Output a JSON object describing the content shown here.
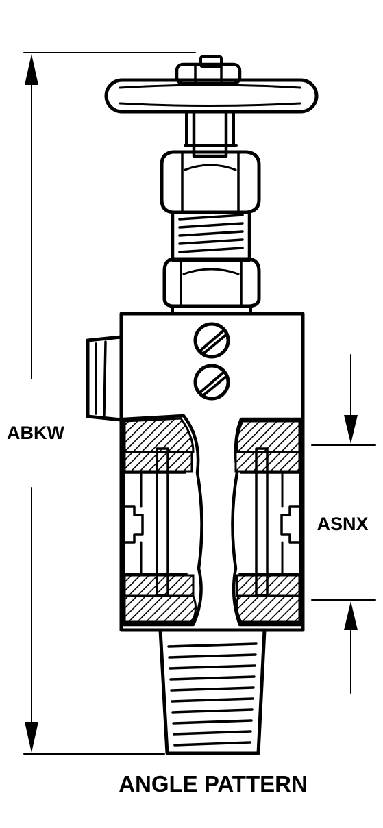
{
  "labels": {
    "overall_height": "ABKW",
    "section_height": "ASNX",
    "caption": "ANGLE PATTERN"
  },
  "colors": {
    "ink": "#000000",
    "paper": "#ffffff"
  }
}
